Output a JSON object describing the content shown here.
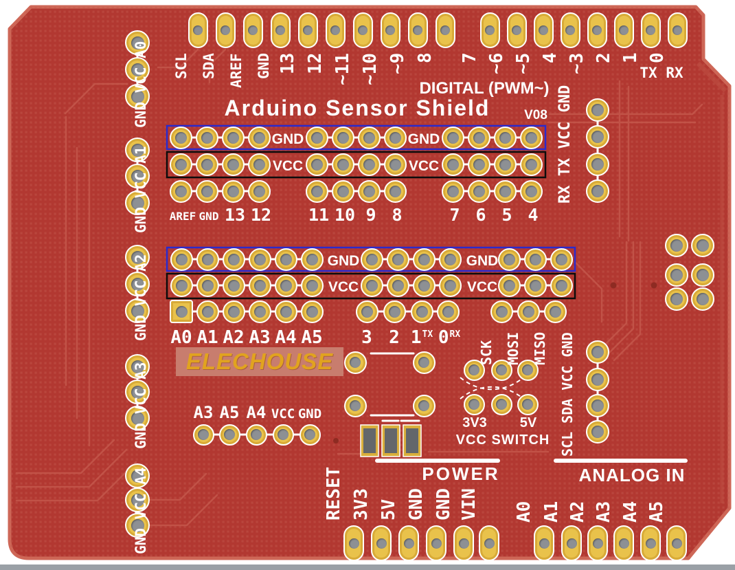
{
  "title": {
    "text": "Arduino Sensor Shield",
    "version": "V08"
  },
  "brand": {
    "logo": "ELECHOUSE"
  },
  "colors": {
    "board_red": "#b23831",
    "board_edge": "#ce6757",
    "texture_red": "#c2574c",
    "pad_gold": "#e9c24b",
    "hole_gray": "#8d9094",
    "silk_white": "#ffffff",
    "box_blue": "#2a2acd",
    "box_black": "#0c0c0c",
    "logo_gold": "#e1a31f",
    "logo_band": "#c87d6e",
    "shadow_strip": "#9aa0a6"
  },
  "digital_header": {
    "section_label": "DIGITAL (PWM~)",
    "left_pins": [
      "SCL",
      "SDA",
      "AREF",
      "GND",
      "13",
      "12",
      "~11",
      "~10",
      "~9",
      "8"
    ],
    "right_pins": [
      "7",
      "~6",
      "~5",
      "4",
      "~3",
      "2",
      "1",
      "0"
    ],
    "serial_label": "TX RX"
  },
  "left_breakouts": {
    "labels": [
      "GND VCC A0",
      "GND VCC A1",
      "GND VCC A2",
      "GND VCC A3",
      "GND VCC A4"
    ]
  },
  "right_breakouts": {
    "serial": "RX TX VCC GND",
    "i2c": "SCL SDA VCC GND"
  },
  "digital_breakout": {
    "gnd_labels": [
      "GND",
      "GND"
    ],
    "vcc_labels": [
      "VCC",
      "VCC"
    ],
    "pin_labels": [
      "AREF",
      "GND",
      "13",
      "12",
      "11",
      "10",
      "9",
      "8",
      "7",
      "6",
      "5",
      "4"
    ]
  },
  "analog_breakout": {
    "gnd_labels": [
      "GND",
      "GND"
    ],
    "vcc_labels": [
      "VCC",
      "VCC"
    ],
    "analog_pins": [
      "A0",
      "A1",
      "A2",
      "A3",
      "A4",
      "A5"
    ],
    "com_pins": [
      {
        "label": "3"
      },
      {
        "label": "2"
      },
      {
        "label": "1",
        "sup": "TX"
      },
      {
        "label": "0",
        "sup": "RX"
      }
    ],
    "spi_pins": [
      "SCK",
      "MOSI",
      "MISO"
    ]
  },
  "com_header": {
    "pins": [
      "A3",
      "A5",
      "A4",
      "VCC",
      "GND"
    ]
  },
  "vcc_switch": {
    "left_option": "3V3",
    "right_option": "5V",
    "label": "VCC SWITCH"
  },
  "power": {
    "section_label": "POWER",
    "pins": [
      "RESET",
      "3V3",
      "5V",
      "GND",
      "GND",
      "VIN"
    ]
  },
  "analog_in": {
    "section_label": "ANALOG IN",
    "pins": [
      "A0",
      "A1",
      "A2",
      "A3",
      "A4",
      "A5"
    ]
  }
}
